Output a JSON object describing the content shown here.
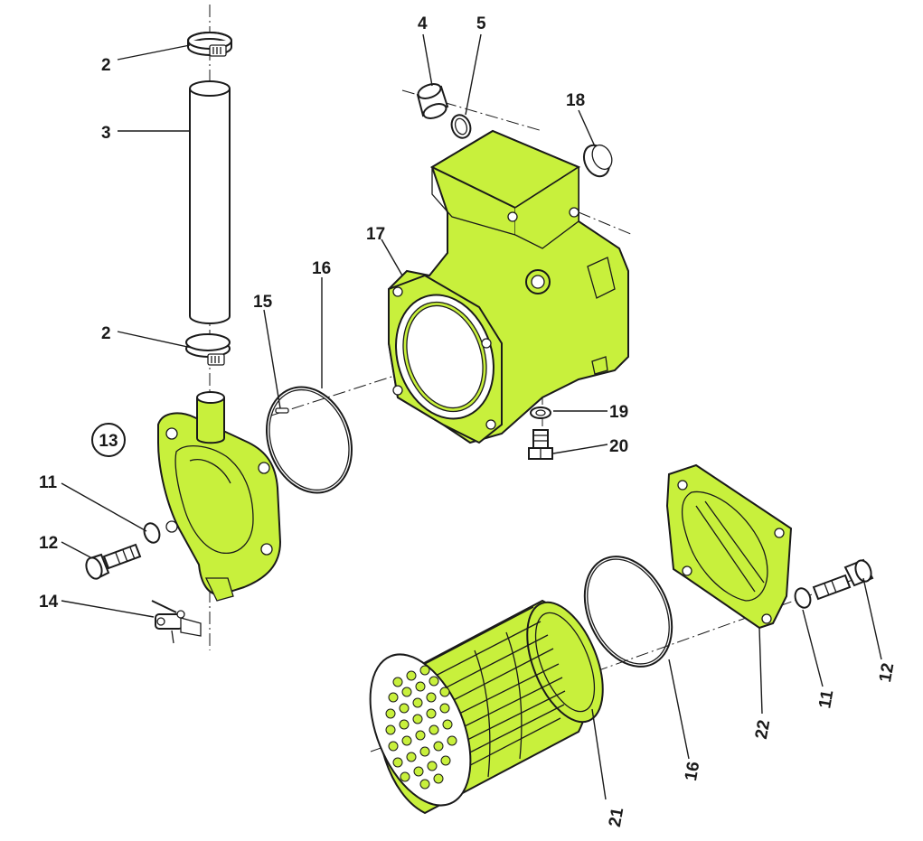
{
  "colors": {
    "highlight": "#c8f03c",
    "ink": "#1a1a1a",
    "paper": "#ffffff"
  },
  "callouts": {
    "c2a": "2",
    "c2b": "2",
    "c3": "3",
    "c4": "4",
    "c5": "5",
    "c11a": "11",
    "c11b": "11",
    "c12a": "12",
    "c12b": "12",
    "c13": "13",
    "c14": "14",
    "c15": "15",
    "c16a": "16",
    "c16b": "16",
    "c17": "17",
    "c18": "18",
    "c19": "19",
    "c20": "20",
    "c21": "21",
    "c22": "22"
  }
}
